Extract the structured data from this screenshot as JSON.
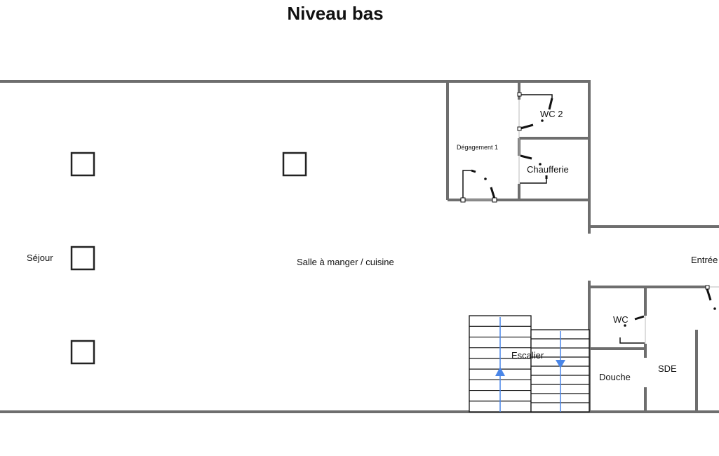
{
  "title": "Niveau bas",
  "rooms": {
    "sejour": "Séjour",
    "salle": "Salle à manger / cuisine",
    "entree": "Entrée",
    "wc2": "WC 2",
    "degagement": "Dégagement 1",
    "chaufferie": "Chaufferie",
    "wc": "WC",
    "escalier": "Escalier",
    "douche": "Douche",
    "sde": "SDE"
  },
  "colors": {
    "wall": "#6e6e6e",
    "arrow": "#4a86e8"
  }
}
